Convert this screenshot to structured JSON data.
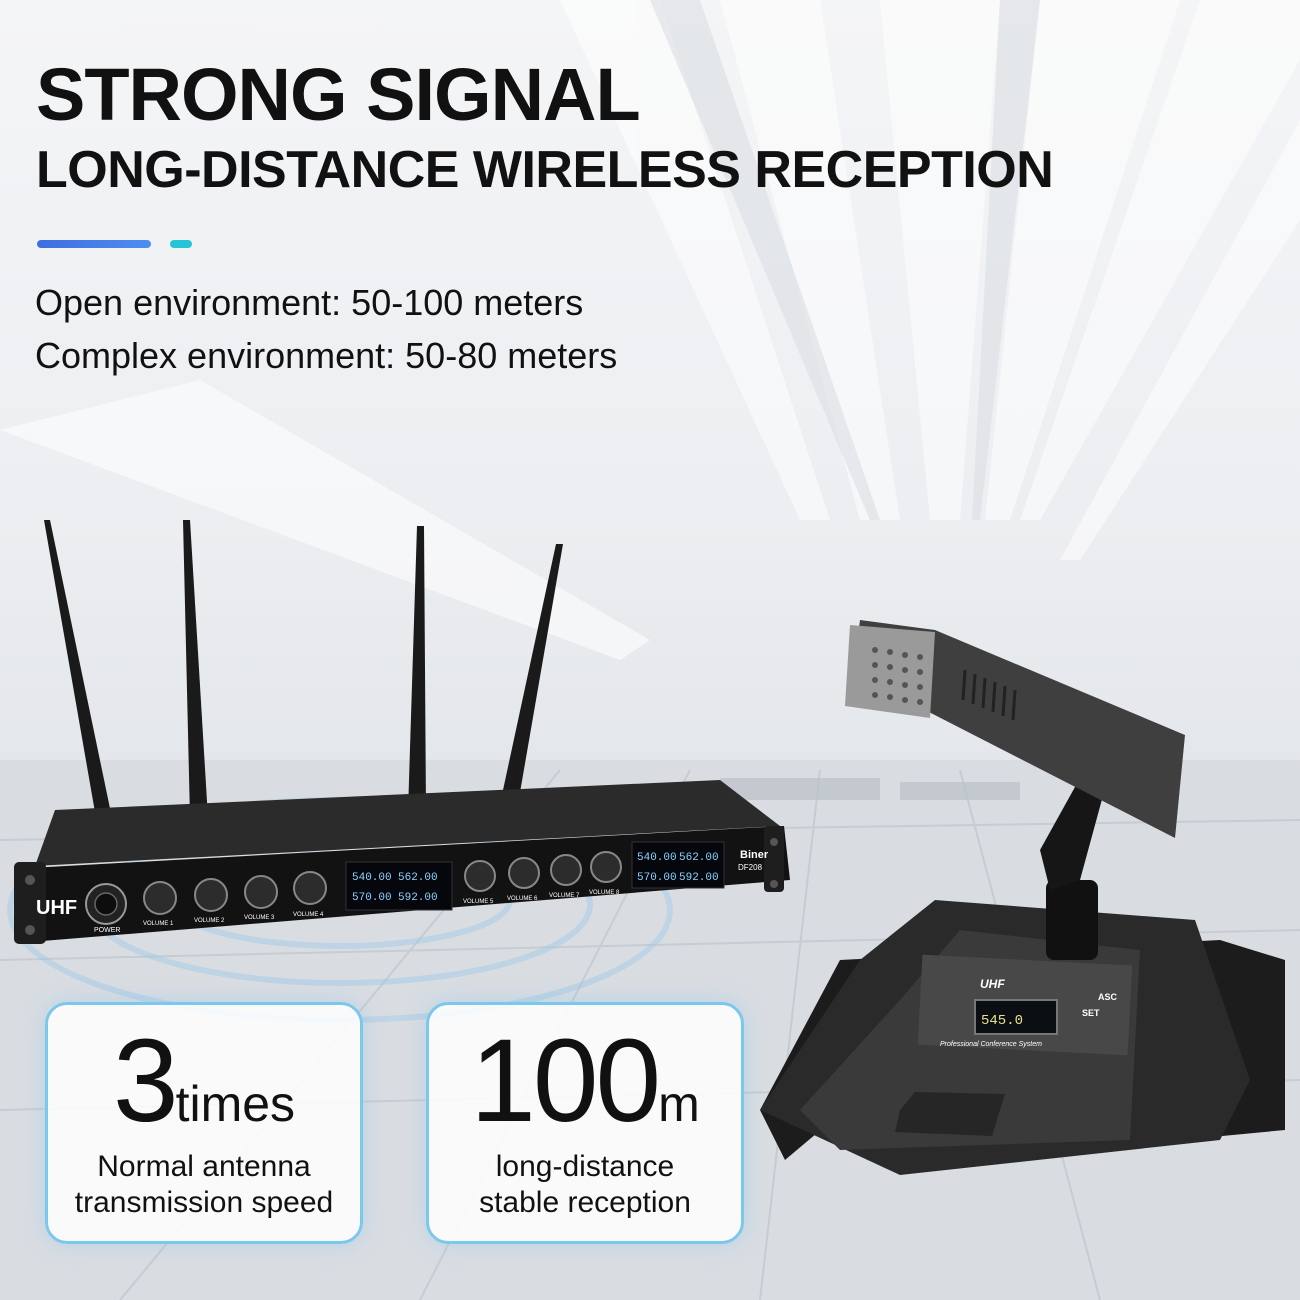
{
  "headline": "STRONG SIGNAL",
  "subhead": "LONG-DISTANCE WIRELESS RECEPTION",
  "specs": [
    "Open environment: 50-100 meters",
    "Complex environment: 50-80 meters"
  ],
  "receiver": {
    "badge": "UHF",
    "brand": "Biner",
    "model": "DF208",
    "power_label": "POWER",
    "volume_labels": [
      "VOLUME 1",
      "VOLUME 2",
      "VOLUME 3",
      "VOLUME 4",
      "VOLUME 5",
      "VOLUME 6",
      "VOLUME 7",
      "VOLUME 8"
    ],
    "display_values": [
      "540.00",
      "562.00",
      "570.00",
      "592.00"
    ]
  },
  "microphone": {
    "badge": "UHF",
    "screen_value": "545.0",
    "asc_label": "ASC",
    "set_label": "SET",
    "strip_label": "Professional Conference System"
  },
  "stats": [
    {
      "number": "3",
      "unit": "times",
      "desc_line1": "Normal antenna",
      "desc_line2": "transmission speed"
    },
    {
      "number": "100",
      "unit": "m",
      "desc_line1": "long-distance",
      "desc_line2": "stable reception"
    }
  ],
  "colors": {
    "accent_blue": "#3e6ee0",
    "accent_cyan": "#25c4d6",
    "card_border": "#7cc8ec",
    "lcd_text": "#8fd3ff"
  }
}
